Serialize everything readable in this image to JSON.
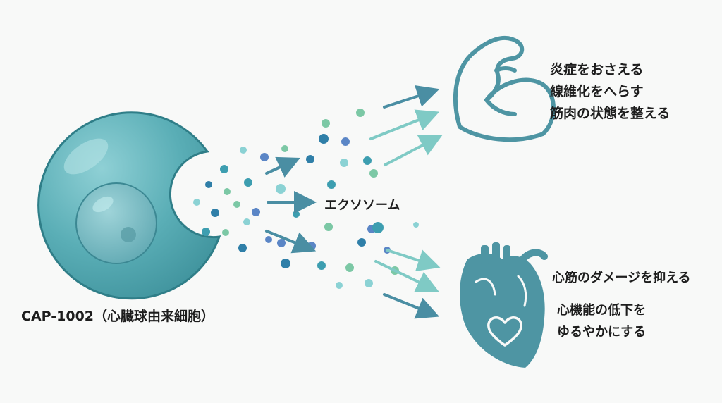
{
  "cell": {
    "label": "CAP-1002（心臓球由来細胞）"
  },
  "exosome": {
    "label": "エクソソーム"
  },
  "muscle": {
    "effects": [
      "炎症をおさえる",
      "線維化をへらす",
      "筋肉の状態を整える"
    ]
  },
  "heart": {
    "effects": [
      "心筋のダメージを抑える",
      "心機能の低下を",
      "ゆるやかにする"
    ]
  },
  "colors": {
    "cell_fill": "#5aaeb6",
    "cell_outline": "#2f7e88",
    "nucleus": "#6fb4bd",
    "arrow_dark": "#4a8ea3",
    "arrow_light": "#7fcac5",
    "icon": "#4e95a3",
    "particles": [
      "#3d9eb0",
      "#7cc8a5",
      "#5b86c6",
      "#8bd2d4",
      "#2f7fa8"
    ]
  }
}
